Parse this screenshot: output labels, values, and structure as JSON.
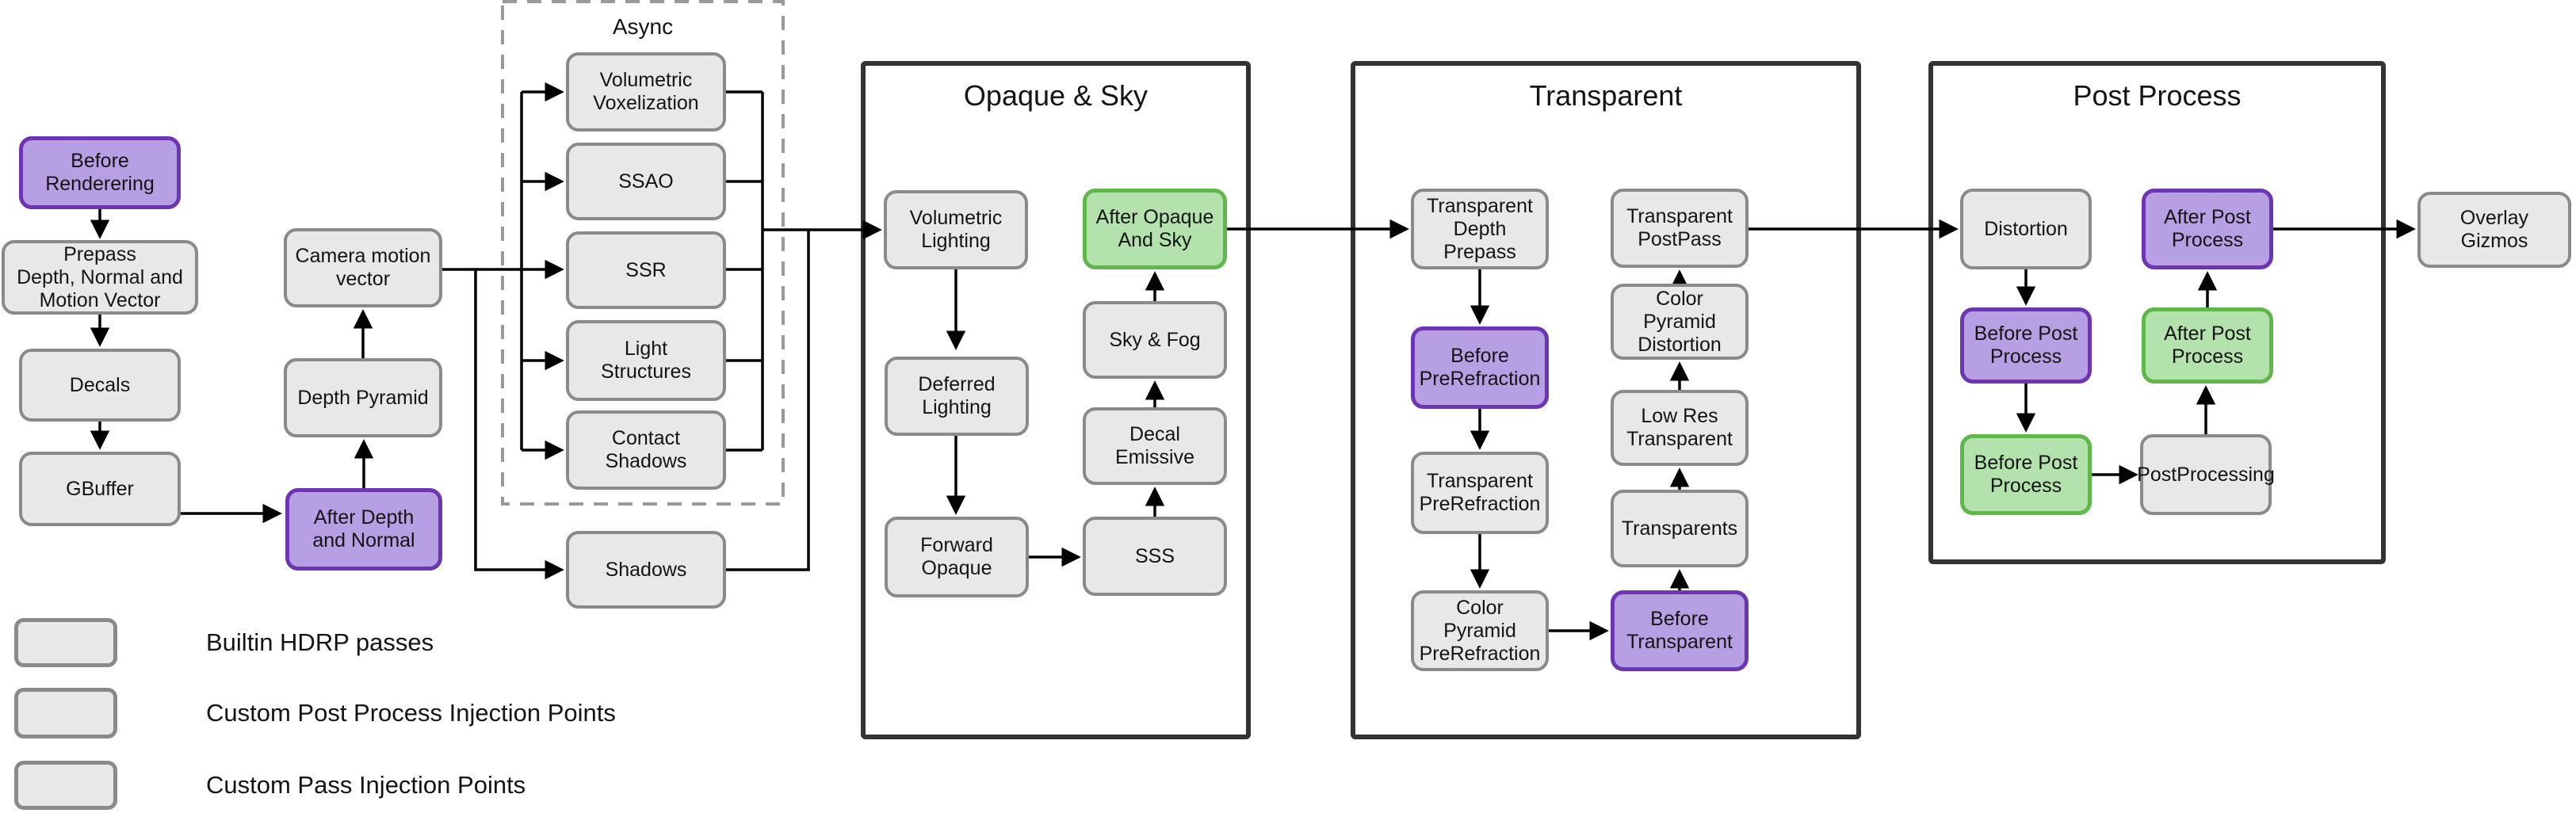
{
  "groups": {
    "async": {
      "label": "Async"
    },
    "opaque_sky": {
      "label": "Opaque & Sky"
    },
    "transparent": {
      "label": "Transparent"
    },
    "post_process": {
      "label": "Post Process"
    }
  },
  "nodes": {
    "before_rendering": {
      "label": "Before\nRenderering",
      "type": "custom-pass"
    },
    "prepass": {
      "label": "Prepass\nDepth, Normal and\nMotion Vector",
      "type": "builtin"
    },
    "decals": {
      "label": "Decals",
      "type": "builtin"
    },
    "gbuffer": {
      "label": "GBuffer",
      "type": "builtin"
    },
    "camera_motion_vector": {
      "label": "Camera motion\nvector",
      "type": "builtin"
    },
    "depth_pyramid": {
      "label": "Depth Pyramid",
      "type": "builtin"
    },
    "after_depth_and_normal": {
      "label": "After Depth\nand Normal",
      "type": "custom-pass"
    },
    "volumetric_voxelization": {
      "label": "Volumetric\nVoxelization",
      "type": "builtin"
    },
    "ssao": {
      "label": "SSAO",
      "type": "builtin"
    },
    "ssr": {
      "label": "SSR",
      "type": "builtin"
    },
    "light_structures": {
      "label": "Light\nStructures",
      "type": "builtin"
    },
    "contact_shadows": {
      "label": "Contact\nShadows",
      "type": "builtin"
    },
    "shadows": {
      "label": "Shadows",
      "type": "builtin"
    },
    "volumetric_lighting": {
      "label": "Volumetric\nLighting",
      "type": "builtin"
    },
    "deferred_lighting": {
      "label": "Deferred\nLighting",
      "type": "builtin"
    },
    "forward_opaque": {
      "label": "Forward\nOpaque",
      "type": "builtin"
    },
    "sss": {
      "label": "SSS",
      "type": "builtin"
    },
    "decal_emissive": {
      "label": "Decal Emissive",
      "type": "builtin"
    },
    "sky_fog": {
      "label": "Sky & Fog",
      "type": "builtin"
    },
    "after_opaque_and_sky": {
      "label": "After Opaque\nAnd Sky",
      "type": "custom-post-process"
    },
    "transparent_depth_prepass": {
      "label": "Transparent\nDepth Prepass",
      "type": "builtin"
    },
    "before_prerefraction": {
      "label": "Before\nPreRefraction",
      "type": "custom-pass"
    },
    "transparent_prerefraction": {
      "label": "Transparent\nPreRefraction",
      "type": "builtin"
    },
    "color_pyramid_prerefraction": {
      "label": "Color Pyramid\nPreRefraction",
      "type": "builtin"
    },
    "before_transparent": {
      "label": "Before\nTransparent",
      "type": "custom-pass"
    },
    "transparents": {
      "label": "Transparents",
      "type": "builtin"
    },
    "low_res_transparent": {
      "label": "Low Res\nTransparent",
      "type": "builtin"
    },
    "color_pyramid_distortion": {
      "label": "Color Pyramid\nDistortion",
      "type": "builtin"
    },
    "transparent_postpass": {
      "label": "Transparent\nPostPass",
      "type": "builtin"
    },
    "distortion": {
      "label": "Distortion",
      "type": "builtin"
    },
    "before_post_process_custom_pass": {
      "label": "Before Post\nProcess",
      "type": "custom-pass"
    },
    "before_post_process_custom_post_process": {
      "label": "Before Post\nProcess",
      "type": "custom-post-process"
    },
    "postprocessing": {
      "label": "PostProcessing",
      "type": "builtin"
    },
    "after_post_process_custom_post_process": {
      "label": "After Post\nProcess",
      "type": "custom-post-process"
    },
    "after_post_process_custom_pass": {
      "label": "After Post\nProcess",
      "type": "custom-pass"
    },
    "overlay_gizmos": {
      "label": "Overlay\nGizmos",
      "type": "builtin"
    }
  },
  "legend": {
    "items": [
      {
        "label": "Builtin HDRP passes",
        "type": "builtin"
      },
      {
        "label": "Custom Post Process Injection Points",
        "type": "custom-post-process"
      },
      {
        "label": "Custom Pass Injection Points",
        "type": "custom-pass"
      }
    ]
  },
  "colors": {
    "builtin_fill": "#e8e8e8",
    "builtin_border": "#8a8a8a",
    "custom_post_process_fill": "#b4e2ad",
    "custom_post_process_border": "#60b84c",
    "custom_pass_fill": "#b69fe2",
    "custom_pass_border": "#6d35b1",
    "line": "#000000",
    "container_border": "#333333",
    "async_border": "#999999",
    "text": "#141414",
    "background": "#ffffff"
  }
}
